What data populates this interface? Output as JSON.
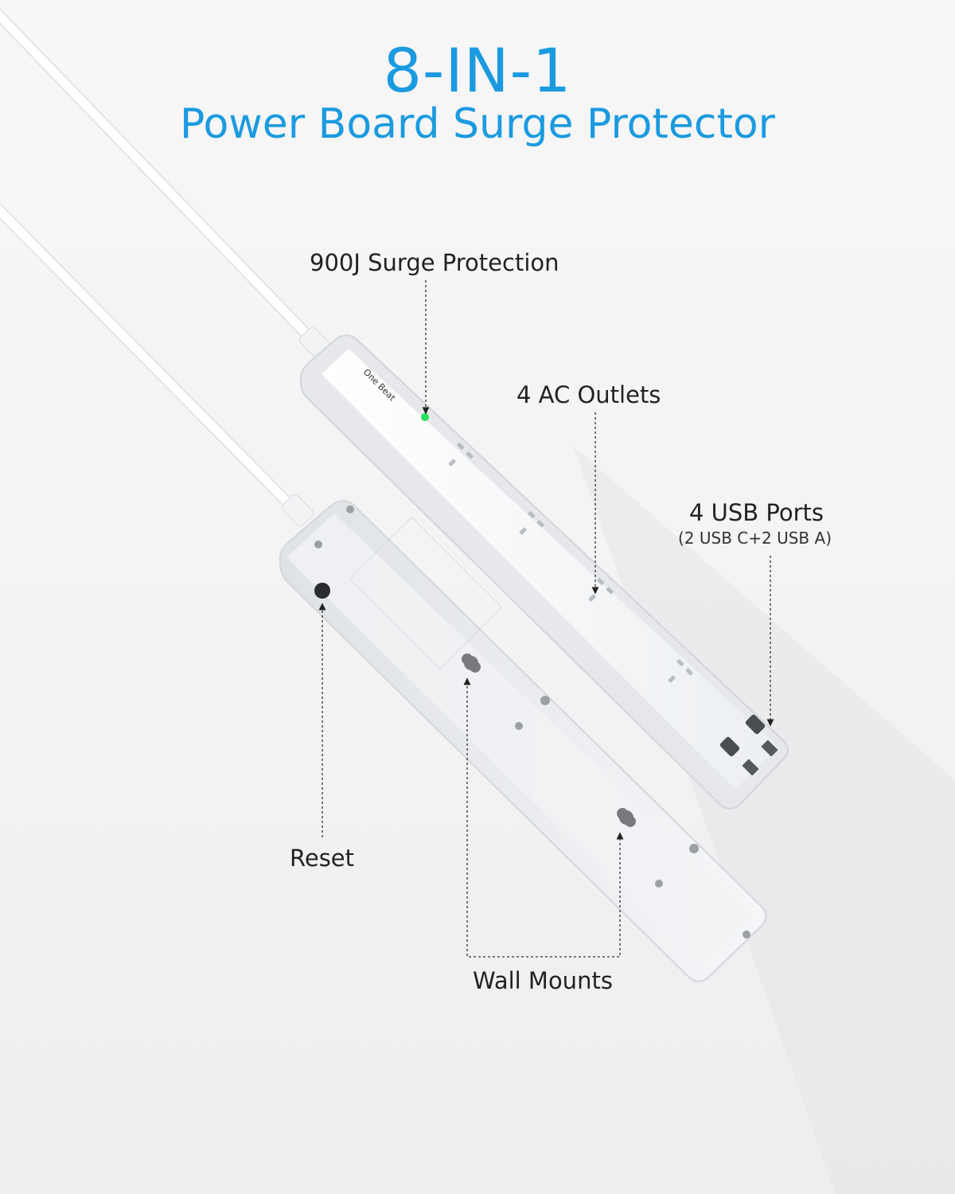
{
  "header": {
    "title": "8-IN-1",
    "subtitle": "Power Board Surge Protector"
  },
  "callouts": {
    "surge": "900J Surge Protection",
    "ac_outlets": "4 AC Outlets",
    "usb_ports": "4 USB Ports",
    "usb_detail": "(2 USB C+2 USB A)",
    "reset": "Reset",
    "wall_mounts": "Wall Mounts"
  },
  "product": {
    "brand": "One Beat"
  },
  "colors": {
    "accent": "#1b9ae0",
    "indicator": "#27e05a",
    "leader": "#333333"
  }
}
